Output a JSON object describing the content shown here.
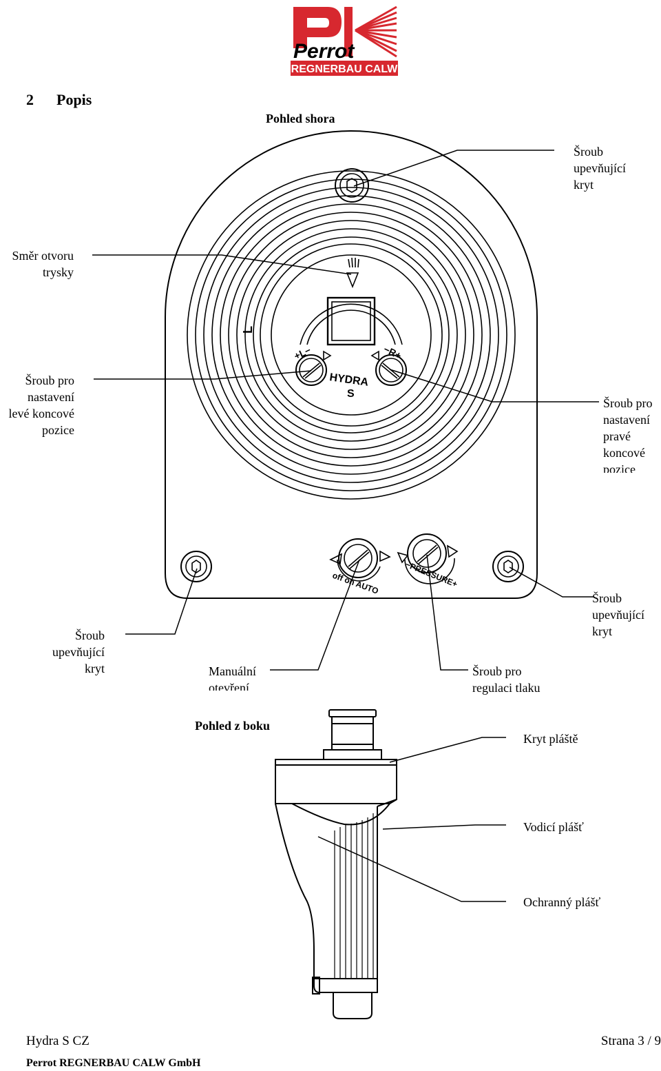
{
  "logo": {
    "brand": "Perrot",
    "company": "REGNERBAU CALW",
    "icon": "perrot-logo"
  },
  "section": {
    "number": "2",
    "title": "Popis"
  },
  "top_view": {
    "title": "Pohled shora",
    "dial_letter_l": "L",
    "left_adjust_marking": "+L−",
    "right_adjust_marking": "−R+",
    "model": "HYDRA",
    "model_sub": "S",
    "mode_marking": "off on AUTO",
    "pressure_marking": "−PRESSURE+",
    "labels": {
      "cover_screw_top": [
        "Šroub",
        "upevňující",
        "kryt"
      ],
      "nozzle_direction": [
        "Směr otvoru",
        "trysky"
      ],
      "left_end_screw": [
        "Šroub pro",
        "nastavení",
        "levé koncové",
        "pozice"
      ],
      "right_end_screw": [
        "Šroub pro",
        "nastavení",
        "pravé",
        "koncové",
        "pozice"
      ],
      "cover_screw_left": [
        "Šroub",
        "upevňující",
        "kryt"
      ],
      "cover_screw_right": [
        "Šroub",
        "upevňující",
        "kryt"
      ],
      "manual_open": [
        "Manuální",
        "otevření"
      ],
      "pressure_screw": [
        "Šroub pro",
        "regulaci tlaku"
      ]
    }
  },
  "side_view": {
    "title": "Pohled z boku",
    "labels": {
      "housing_cover": "Kryt pláště",
      "guide_housing": "Vodicí plášť",
      "protective_housing": "Ochranný plášť"
    }
  },
  "footer": {
    "doc_name": "Hydra S CZ",
    "page": "Strana 3 / 9",
    "company": "Perrot REGNERBAU CALW GmbH"
  }
}
